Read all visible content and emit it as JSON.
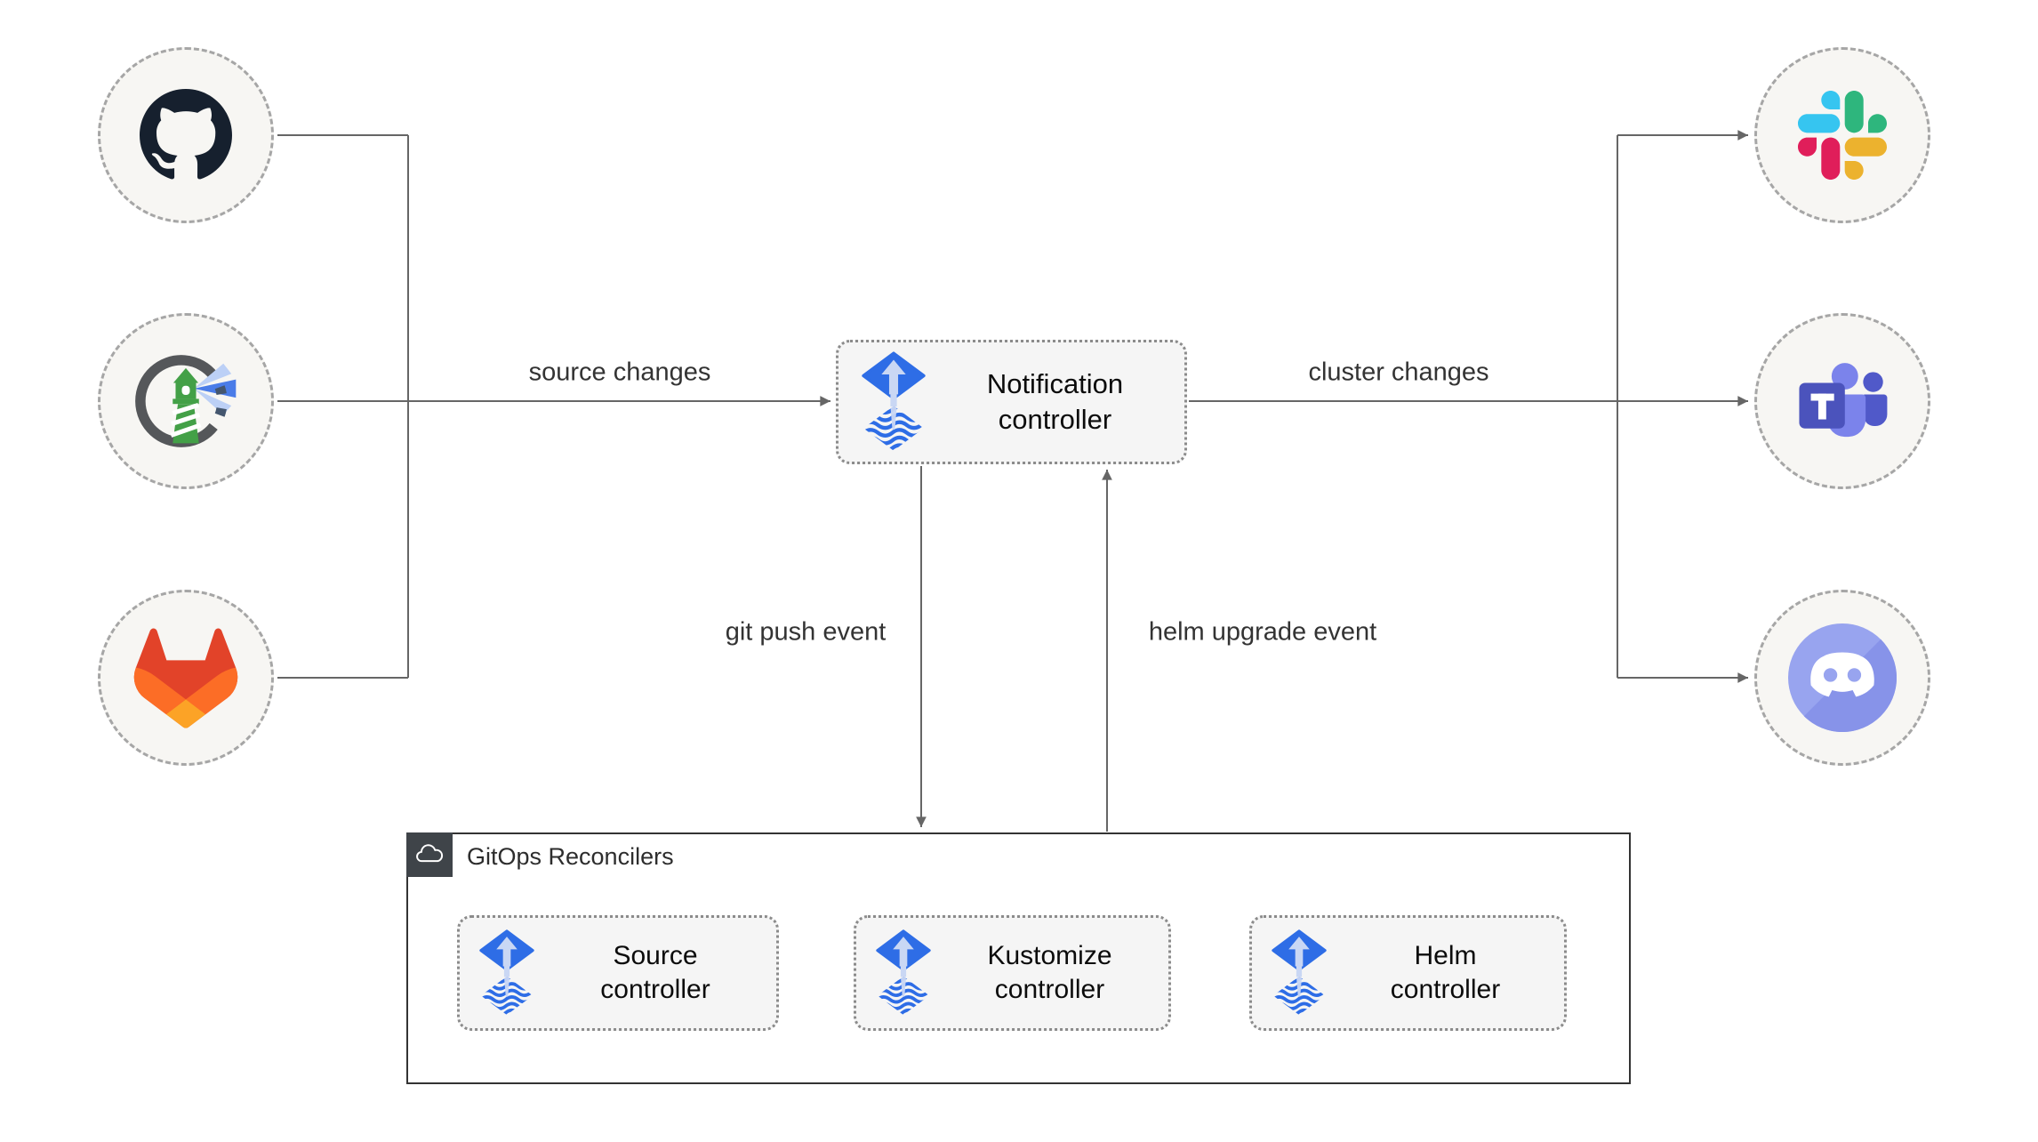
{
  "sources": [
    {
      "label": "GitHub",
      "icon": "github-icon"
    },
    {
      "label": "Harbor",
      "icon": "harbor-icon"
    },
    {
      "label": "GitLab",
      "icon": "gitlab-icon"
    }
  ],
  "notification_controller": {
    "label": "Notification controller"
  },
  "alert_targets": [
    {
      "label": "Slack",
      "icon": "slack-icon"
    },
    {
      "label": "Microsoft Teams",
      "icon": "teams-icon"
    },
    {
      "label": "Discord",
      "icon": "discord-icon"
    }
  ],
  "edges": {
    "source_changes": "source changes",
    "cluster_changes": "cluster changes",
    "git_push_event": "git push event",
    "helm_upgrade_event": "helm upgrade event"
  },
  "reconcilers_group": {
    "label": "GitOps Reconcilers",
    "items": [
      {
        "label": "Source controller"
      },
      {
        "label": "Kustomize controller"
      },
      {
        "label": "Helm controller"
      }
    ]
  },
  "colors": {
    "flux_blue": "#2e6de6",
    "flux_light_arrow": "#c9d7f4",
    "line_gray": "#666666",
    "box_fill": "#f5f5f5",
    "circle_fill": "#f7f6f3",
    "container_border": "#333333",
    "tab_fill": "#3f4449",
    "slack_colors": [
      "#36C5F0",
      "#2EB67D",
      "#ECB22E",
      "#E01E5A"
    ],
    "gitlab_colors": [
      "#e24329",
      "#fc6d26",
      "#fca326"
    ],
    "teams_colors": [
      "#4B53BC",
      "#7B83EB",
      "#5059C9"
    ],
    "discord_color": "#98a4ef",
    "github_color": "#16202e",
    "harbor_green": "#43a047"
  }
}
